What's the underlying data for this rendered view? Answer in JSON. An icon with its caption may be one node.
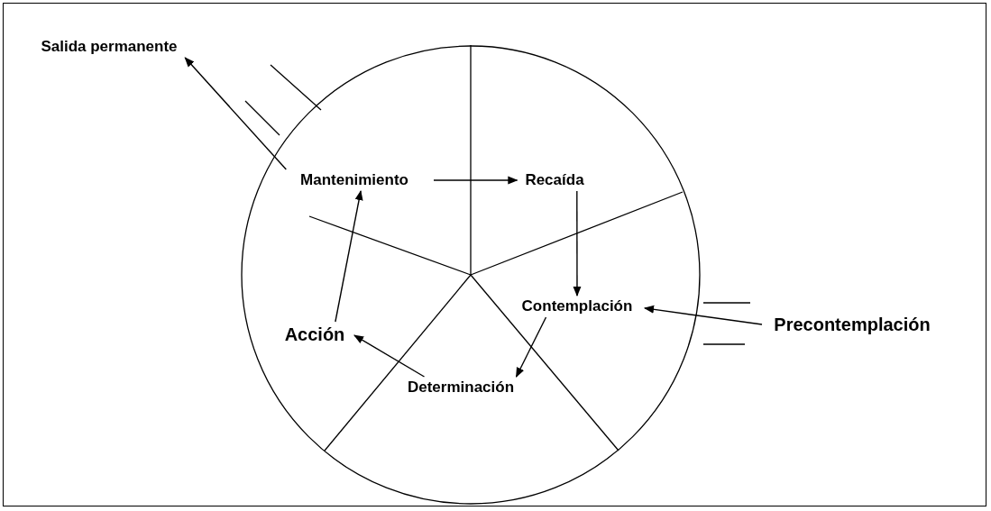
{
  "diagram": {
    "nodes": [
      {
        "text": [
          "Salida permanente"
        ]
      },
      {
        "text": [],
        "shape": "circle"
      },
      {
        "text": [
          "Mantenimiento"
        ],
        "in": 1
      },
      {
        "text": [
          "Recaída"
        ],
        "in": 1
      },
      {
        "text": [
          "Acción"
        ],
        "in": 1
      },
      {
        "text": [
          "Contemplación"
        ],
        "in": 1
      },
      {
        "text": [
          "Precontemplación"
        ]
      },
      {
        "text": [
          "Determinación"
        ],
        "in": 1
      }
    ],
    "edges": [
      {
        "from": 2,
        "to": 0,
        "arrow": "to"
      },
      {
        "from": 2,
        "to": 3,
        "arrow": "to"
      },
      {
        "from": 3,
        "to": 5,
        "arrow": "to"
      },
      {
        "from": 5,
        "to": 7,
        "arrow": "to"
      },
      {
        "from": 7,
        "to": 4,
        "arrow": "to"
      },
      {
        "from": 4,
        "to": 2,
        "arrow": "to"
      },
      {
        "from": 6,
        "to": 5,
        "arrow": "to"
      }
    ]
  }
}
